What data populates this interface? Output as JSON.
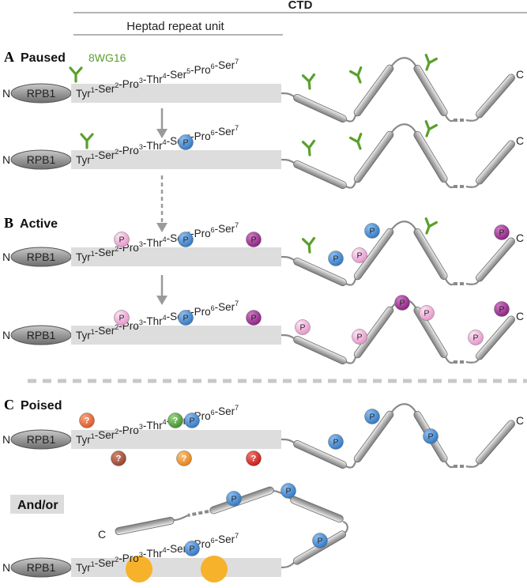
{
  "header": {
    "ctd": "CTD",
    "heptad": "Heptad repeat unit"
  },
  "antibody": {
    "label": "8WG16",
    "color": "#5aa02c"
  },
  "protein": {
    "name": "RPB1",
    "n_term": "N",
    "c_term": "C"
  },
  "residues": [
    {
      "name": "Tyr",
      "pos": "1"
    },
    {
      "name": "Ser",
      "pos": "2"
    },
    {
      "name": "Pro",
      "pos": "3"
    },
    {
      "name": "Thr",
      "pos": "4"
    },
    {
      "name": "Ser",
      "pos": "5"
    },
    {
      "name": "Pro",
      "pos": "6"
    },
    {
      "name": "Ser",
      "pos": "7"
    }
  ],
  "sections": {
    "paused": {
      "letter": "A",
      "label": "Paused"
    },
    "active": {
      "letter": "B",
      "label": "Active"
    },
    "poised": {
      "letter": "C",
      "label": "Poised"
    },
    "andor": {
      "label": "And/or"
    }
  },
  "phospho": {
    "label": "P",
    "unknown_label": "?"
  },
  "colors": {
    "ser5_p": "#2f74c0",
    "ser2_p": "#f0a8d8",
    "ser7_p": "#9a2a8e",
    "q_orange_red": "#e8643a",
    "q_green": "#4fa43a",
    "q_brown": "#a8533a",
    "q_orange": "#f0902a",
    "q_red": "#d8262a",
    "prolyl_isomer": "#f6b22a",
    "arrow": "#9a9a9a",
    "divider": "#c8c8c8"
  }
}
